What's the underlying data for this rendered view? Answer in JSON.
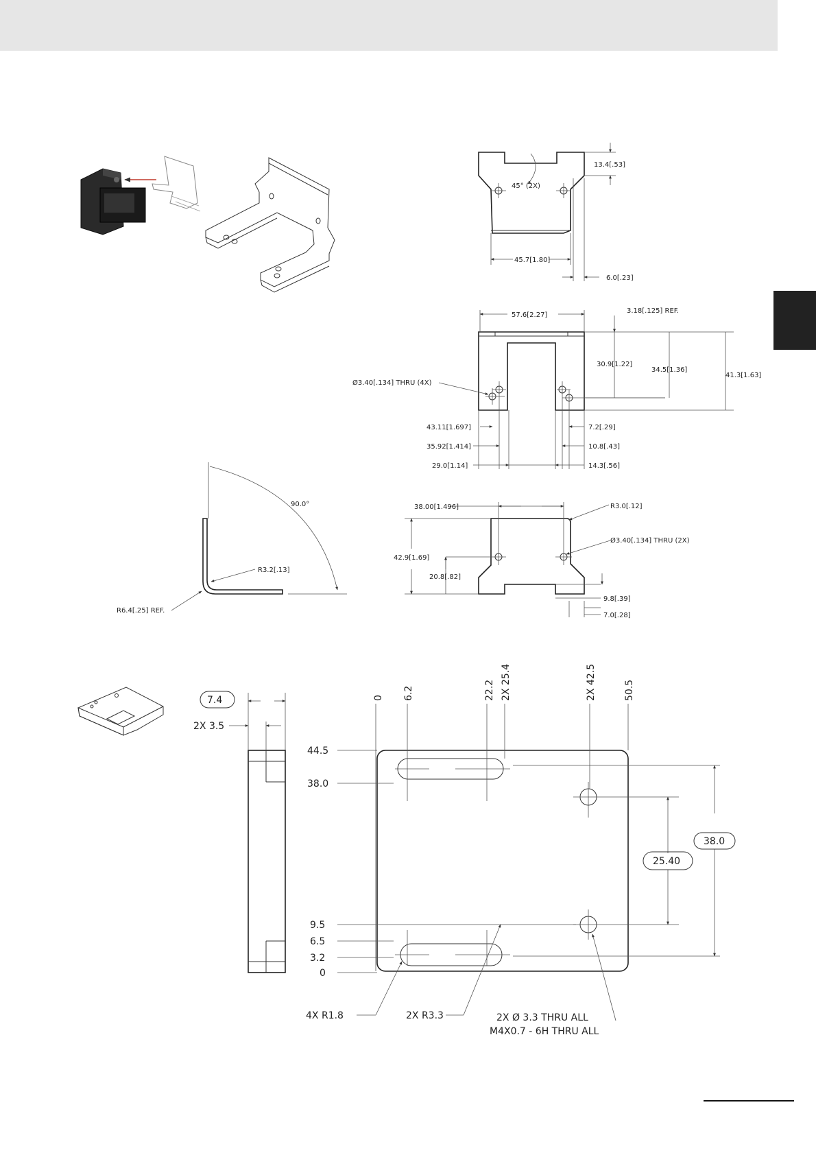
{
  "page": {
    "header_band_color": "#e6e6e6",
    "side_tab_color": "#222222"
  },
  "drawing_a": {
    "top_view": {
      "dim_13_4": "13.4[.53]",
      "angle_45": "45° (2X)",
      "dim_45_7": "45.7[1.80]",
      "dim_6_0": "6.0[.23]"
    },
    "front_view": {
      "dim_57_6": "57.6[2.27]",
      "dim_3_18": "3.18[.125] REF.",
      "dim_30_9": "30.9[1.22]",
      "dim_34_5": "34.5[1.36]",
      "dim_41_3": "41.3[1.63]",
      "hole_note": "Ø3.40[.134] THRU (4X)",
      "dim_43_11": "43.11[1.697]",
      "dim_35_92": "35.92[1.414]",
      "dim_29_0": "29.0[1.14]",
      "dim_7_2": "7.2[.29]",
      "dim_10_8": "10.8[.43]",
      "dim_14_3": "14.3[.56]"
    },
    "bend_view": {
      "angle_90": "90.0°",
      "dim_r3_2": "R3.2[.13]",
      "dim_r6_4": "R6.4[.25] REF."
    },
    "flat_view": {
      "dim_38_00": "38.00[1.496]",
      "dim_r3_0": "R3.0[.12]",
      "hole_note": "Ø3.40[.134] THRU (2X)",
      "dim_42_9": "42.9[1.69]",
      "dim_20_8": "20.8[.82]",
      "dim_9_8": "9.8[.39]",
      "dim_7_0": "7.0[.28]"
    }
  },
  "drawing_b": {
    "side_view": {
      "dim_7_4": "7.4",
      "dim_2x_3_5": "2X 3.5"
    },
    "plate_view": {
      "x_ordinates": [
        "0",
        "6.2",
        "22.2",
        "2X 25.4",
        "2X 42.5",
        "50.5"
      ],
      "y_ordinates": [
        "44.5",
        "38.0",
        "9.5",
        "6.5",
        "3.2",
        "0"
      ],
      "dim_38_0": "38.0",
      "dim_25_40": "25.40",
      "note_r1_8": "4X R1.8",
      "note_r3_3": "2X R3.3",
      "hole_note_1": "2X  Ø 3.3 THRU ALL",
      "hole_note_2": "M4X0.7 - 6H THRU ALL"
    }
  }
}
